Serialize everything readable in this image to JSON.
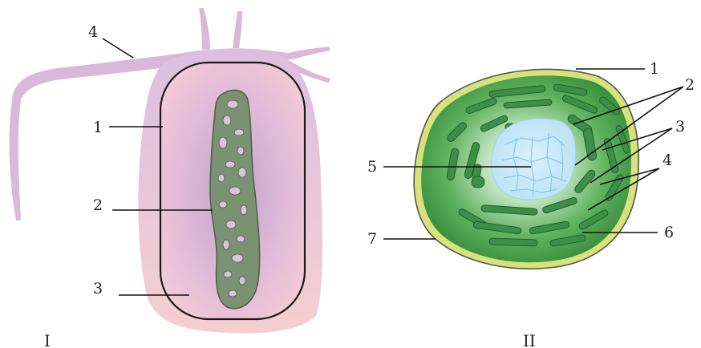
{
  "figure_I": {
    "numeral": "I",
    "labels": {
      "l1": "1",
      "l2": "2",
      "l3": "3",
      "l4": "4"
    }
  },
  "figure_II": {
    "numeral": "II",
    "labels": {
      "l1": "1",
      "l2": "2",
      "l3": "3",
      "l4": "4",
      "l5": "5",
      "l6": "6",
      "l7": "7"
    }
  },
  "colors": {
    "flagella": "#d9b8da",
    "cell_body_top": "#dcbfe0",
    "cell_body_bottom": "#f5ccd0",
    "nucleoid": "#7a9271",
    "cyano_outer": "#d8e27a",
    "cyano_green": "#3d9a45",
    "thylakoid": "#2f8040",
    "center_blue": "#cfeaf8"
  }
}
